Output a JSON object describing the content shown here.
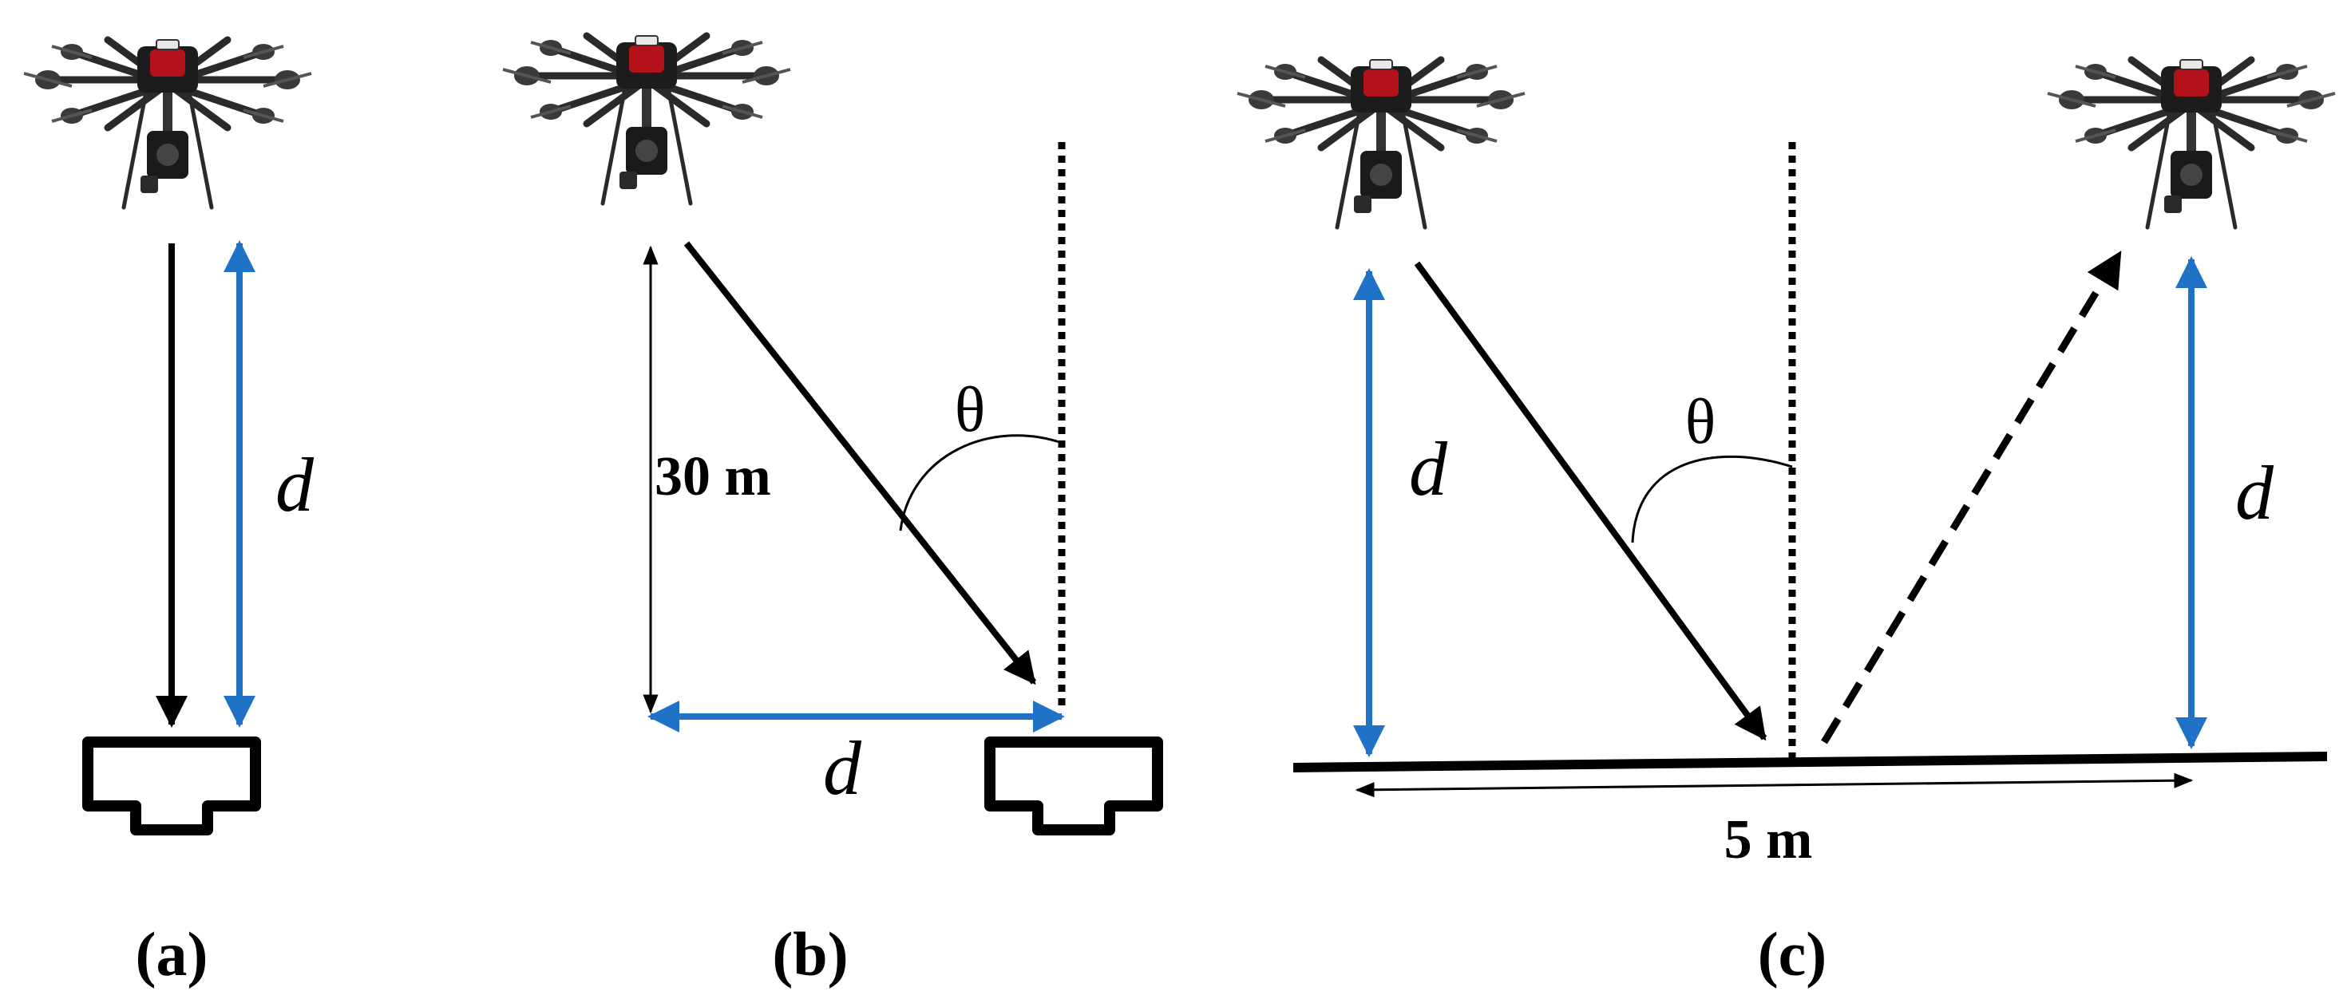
{
  "colors": {
    "black": "#000000",
    "blue": "#1f72c5",
    "drone_gray": "#2a2a2a",
    "drone_red": "#b3121a"
  },
  "icons": {
    "drone": "hexacopter-drone-icon",
    "receiver": "receiver-box-icon"
  },
  "panels": {
    "a": {
      "caption": "(a)",
      "distance_label": "d"
    },
    "b": {
      "caption": "(b)",
      "height_label": "30 m",
      "angle_label": "θ",
      "distance_label": "d"
    },
    "c": {
      "caption": "(c)",
      "angle_label": "θ",
      "left_distance_label": "d",
      "right_distance_label": "d",
      "span_label": "5 m"
    }
  }
}
